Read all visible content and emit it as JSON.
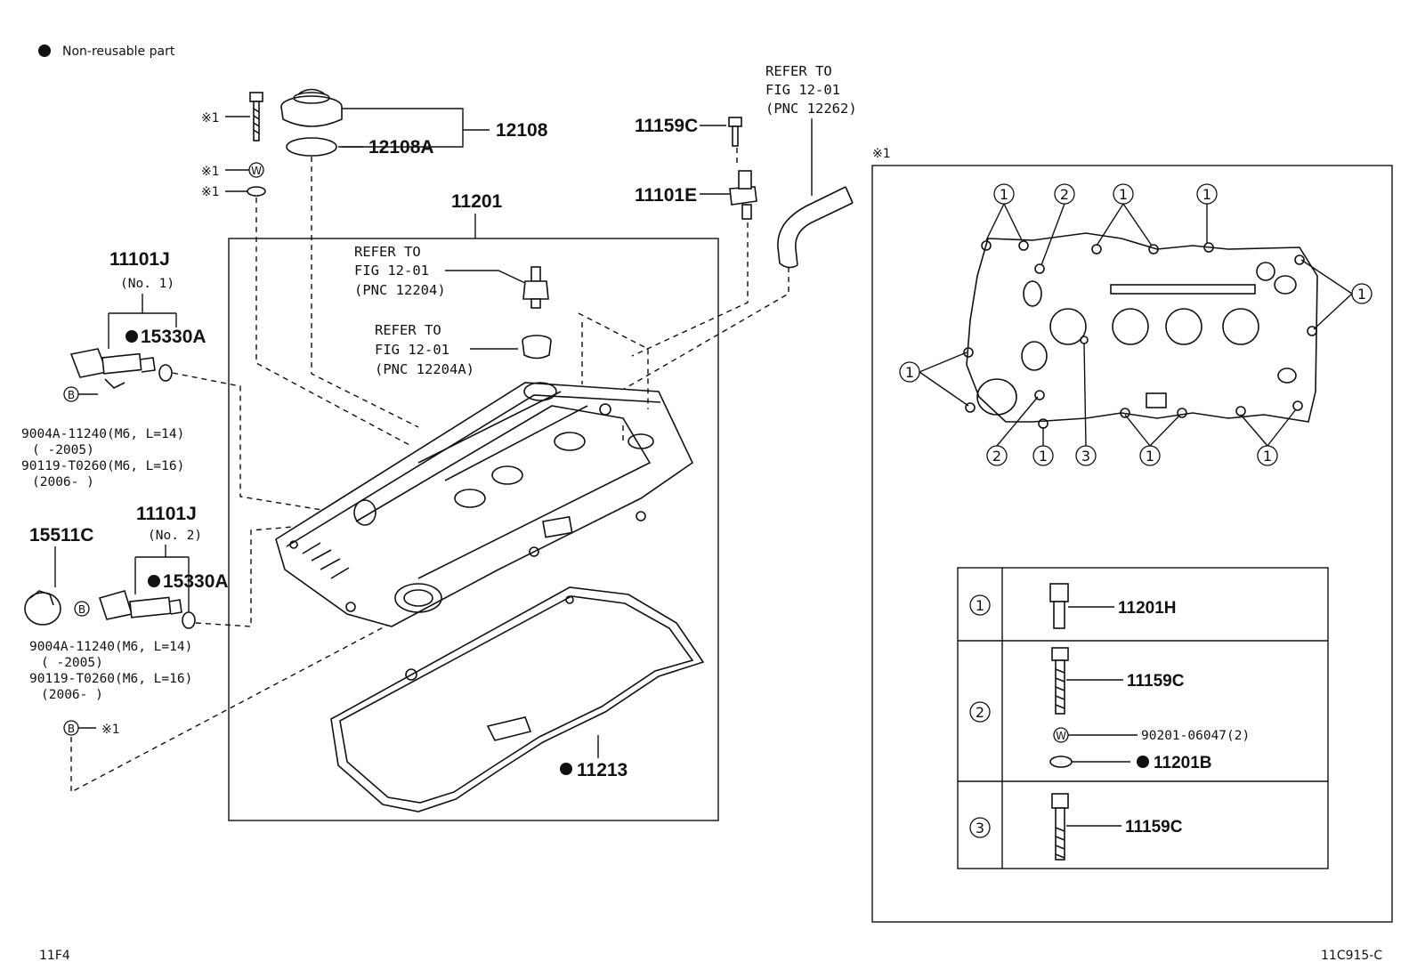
{
  "legend": {
    "bullet": "●",
    "text": "Non-reusable part"
  },
  "figure_code_left": "11F4",
  "figure_code_right": "11C915-C",
  "refs": {
    "ref_top_right": [
      "REFER TO",
      "FIG 12-01",
      "(PNC 12262)"
    ],
    "ref_12204": [
      "REFER TO",
      "FIG 12-01",
      "(PNC 12204)"
    ],
    "ref_12204a": [
      "REFER TO",
      "FIG 12-01",
      "(PNC 12204A)"
    ]
  },
  "parts": {
    "p12108": "12108",
    "p12108a": "12108A",
    "p11201": "11201",
    "p11159c": "11159C",
    "p11101e": "11101E",
    "p11101j_1": "11101J",
    "p11101j_1_no": "(No. 1)",
    "p15330a_1": "15330A",
    "p11101j_2": "11101J",
    "p11101j_2_no": "(No. 2)",
    "p15330a_2": "15330A",
    "p15511c": "15511C",
    "p11213": "11213"
  },
  "marks": {
    "x1": "※1",
    "w": "W",
    "b": "B"
  },
  "bolt_specs_1": [
    "9004A-11240(M6, L=14)",
    "(        -2005)",
    "90119-T0260(M6, L=16)",
    "(2006-        )"
  ],
  "bolt_specs_2": [
    "9004A-11240(M6, L=14)",
    "(        -2005)",
    "90119-T0260(M6, L=16)",
    "(2006-        )"
  ],
  "inset": {
    "title": "※1",
    "callouts": [
      "1",
      "2",
      "3"
    ],
    "table": [
      {
        "num": "1",
        "parts": [
          {
            "label": "11201H",
            "bullet": false
          }
        ]
      },
      {
        "num": "2",
        "parts": [
          {
            "label": "11159C",
            "bullet": false
          },
          {
            "label": "90201-06047(2)",
            "bullet": false
          },
          {
            "label": "11201B",
            "bullet": true
          }
        ]
      },
      {
        "num": "3",
        "parts": [
          {
            "label": "11159C",
            "bullet": false
          }
        ]
      }
    ]
  }
}
